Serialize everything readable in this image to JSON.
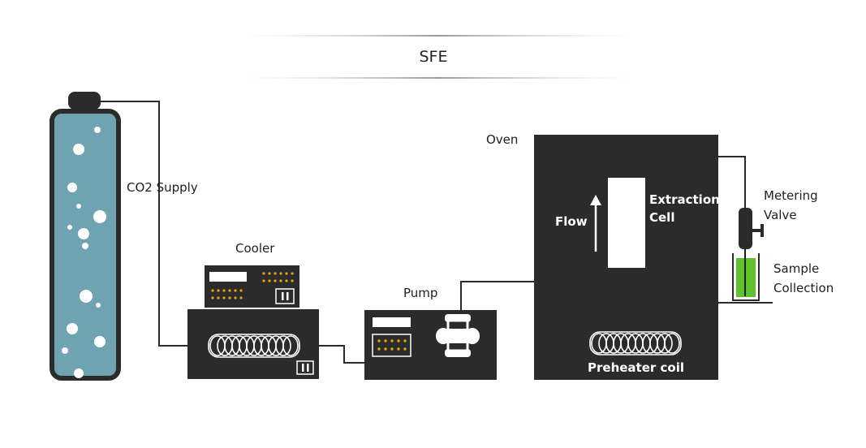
{
  "diagram": {
    "title": "SFE",
    "labels": {
      "co2_supply": "CO2 Supply",
      "cooler": "Cooler",
      "pump": "Pump",
      "oven": "Oven",
      "flow": "Flow",
      "extraction_cell_line1": "Extraction",
      "extraction_cell_line2": "Cell",
      "metering_valve_line1": "Metering",
      "metering_valve_line2": "Valve",
      "sample_collection_line1": "Sample",
      "sample_collection_line2": "Collection",
      "preheater_coil": "Preheater coil"
    },
    "colors": {
      "equipment": "#2b2b2b",
      "cylinder_fill": "#6fa3b2",
      "sample_fill": "#5ec22a",
      "pipe": "#2a2a2a",
      "indicator": "#e6a417"
    }
  }
}
